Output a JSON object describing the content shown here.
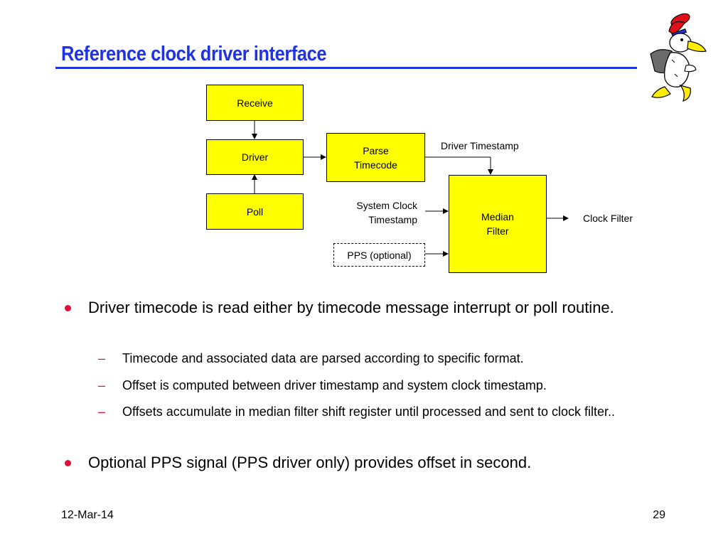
{
  "slide": {
    "title": "Reference clock driver interface",
    "date": "12-Mar-14",
    "page_number": "29"
  },
  "diagram": {
    "boxes": {
      "receive": "Receive",
      "driver": "Driver",
      "poll": "Poll",
      "parse_line1": "Parse",
      "parse_line2": "Timecode",
      "median_line1": "Median",
      "median_line2": "Filter",
      "pps": "PPS (optional)"
    },
    "labels": {
      "driver_timestamp": "Driver Timestamp",
      "system_clock_line1": "System Clock",
      "system_clock_line2": "Timestamp",
      "clock_filter": "Clock Filter"
    }
  },
  "bullets": [
    {
      "text": "Driver timecode is read either by timecode message interrupt or poll routine.",
      "subs": [
        "Timecode and associated data are parsed according to specific format.",
        "Offset is computed between driver timestamp and system clock timestamp.",
        "Offsets accumulate in median filter shift register until processed and sent to clock filter.."
      ]
    },
    {
      "text": "Optional PPS signal (PPS driver only) provides offset in second.",
      "subs": []
    }
  ],
  "colors": {
    "title": "#1f33e0",
    "box_fill": "#ffff00",
    "bullet": "#e0103a"
  },
  "icons": {
    "mascot": "duck-mascot-icon"
  }
}
